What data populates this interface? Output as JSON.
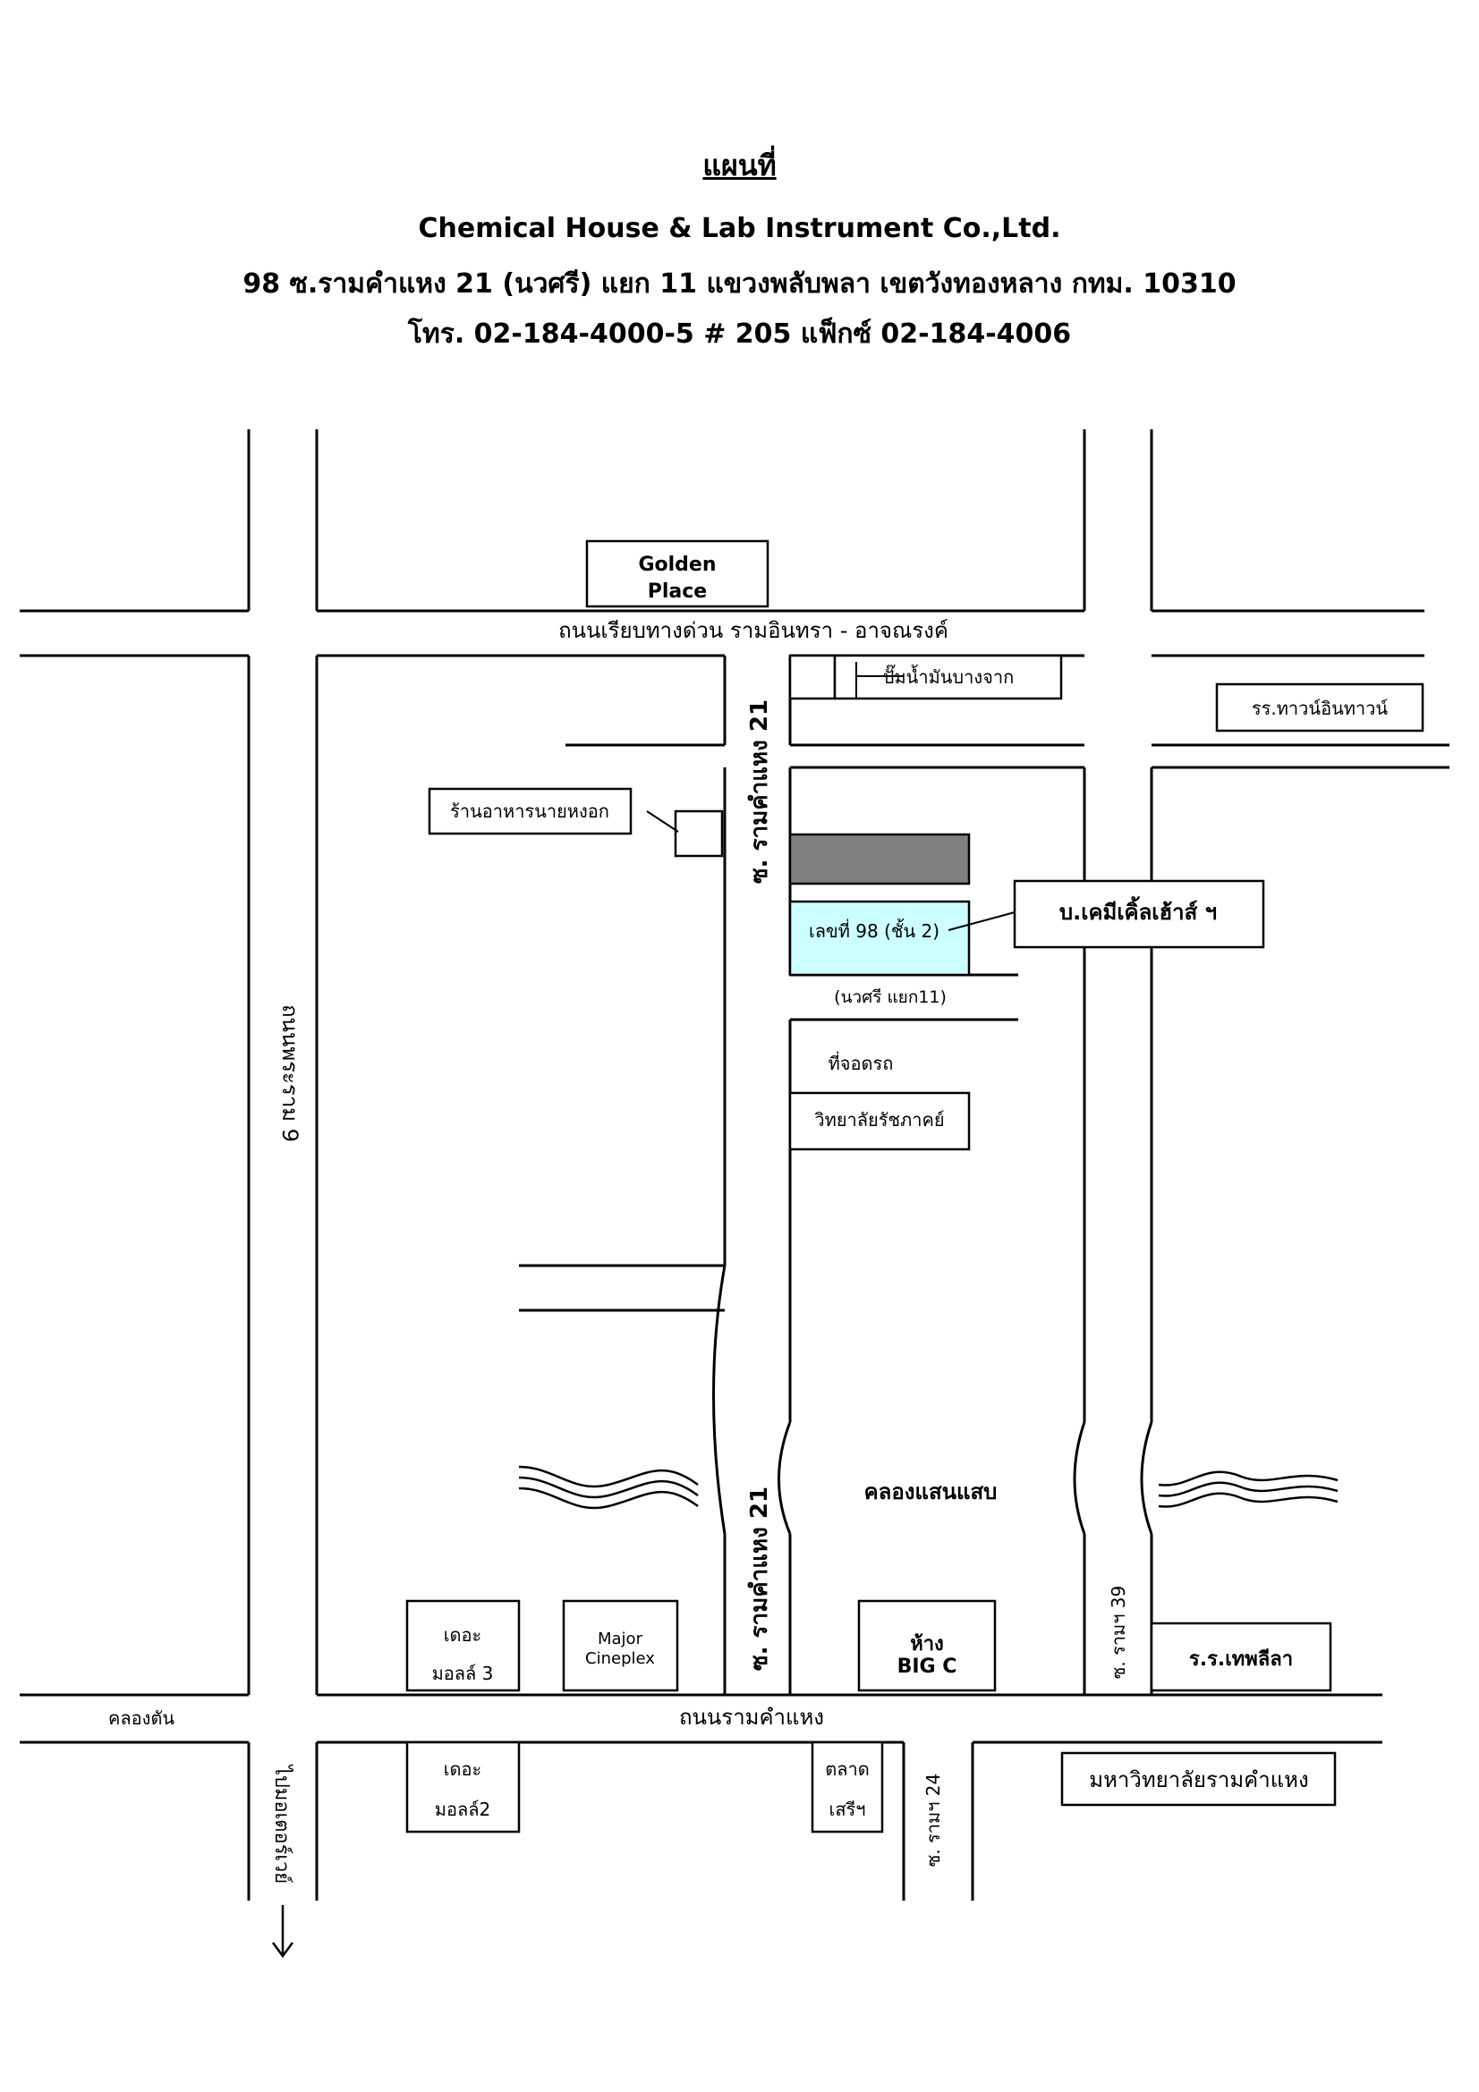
{
  "header": {
    "title": "แผนที่",
    "company": "Chemical House & Lab Instrument Co.,Ltd.",
    "address": "98 ซ.รามคำแหง 21 (นวศรี) แยก 11 แขวงพลับพลา เขตวังทองหลาง กทม. 10310",
    "phone": "โทร. 02-184-4000-5 # 205 แฟ็กซ์ 02-184-4006"
  },
  "colors": {
    "company_building": "#ccffff",
    "neighbor_building": "#808080"
  },
  "roads": {
    "expressway": "ถนนเรียบทางด่วน รามอินทรา - อาจณรงค์",
    "soi21_upper": "ซ. รามคำแหง 21",
    "soi21_lower": "ซ. รามคำแหง 21",
    "rama9": "ถนนพระราม 9",
    "navasri_yaek11": "(นวศรี แยก11)",
    "ramkhamhaeng": "ถนนรามคำแหง",
    "soi39": "ซ. รามฯ 39",
    "soi24": "ซ. รามฯ 24",
    "khlong_tan": "คลองตัน",
    "to_motorway": "ไปมอเตอร์เวย์"
  },
  "places": {
    "golden_place_1": "Golden",
    "golden_place_2": "Place",
    "gas_station": "ปั๊มน้ำมันบางจาก",
    "town_in_town_school": "รร.ทาวน์อินทาวน์",
    "restaurant": "ร้านอาหารนายหงอก",
    "company_building": "เลขที่ 98 (ชั้น 2)",
    "company_callout": "บ.เคมีเคิ้ลเฮ้าส์ ฯ",
    "parking": "ที่จอดรถ",
    "rajabhat": "วิทยาลัยรัชภาคย์",
    "canal": "คลองแสนแสบ",
    "mall3_1": "เดอะ",
    "mall3_2": "มอลล์ 3",
    "major_1": "Major",
    "major_2": "Cineplex",
    "bigc_1": "ห้าง",
    "bigc_2": "BIG C",
    "thepleela_school": "ร.ร.เทพลีลา",
    "mall2_1": "เดอะ",
    "mall2_2": "มอลล์2",
    "market_1": "ตลาด",
    "market_2": "เสรีฯ",
    "ramkhamhaeng_univ": "มหาวิทยาลัยรามคำแหง"
  }
}
